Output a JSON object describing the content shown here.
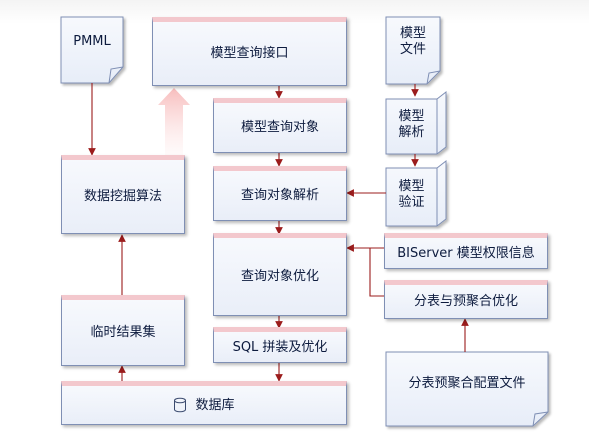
{
  "nodes": {
    "pmml": "PMML",
    "model_query_interface": "模型查询接口",
    "model_file": "模型\n文件",
    "model_query_object": "模型查询对象",
    "model_parse": "模型\n解析",
    "data_mining_algorithm": "数据挖掘算法",
    "query_object_parse": "查询对象解析",
    "model_verify": "模型\n验证",
    "query_object_optimize": "查询对象优化",
    "biserver_model_permission": "BIServer 模型权限信息",
    "sharding_preagg_optimize": "分表与预聚合优化",
    "temp_result_set": "临时结果集",
    "sql_concat_optimize": "SQL 拼装及优化",
    "sharding_preagg_config": "分表预聚合配置文件",
    "database": "数据库"
  },
  "icons": {
    "database": "database-icon"
  },
  "colors": {
    "box_border": "#7f8fb4",
    "box_top": "#f3c8cd",
    "arrow": "#9b1c1c",
    "box_fill": "#eef2fa",
    "text": "#0d1b3e"
  }
}
